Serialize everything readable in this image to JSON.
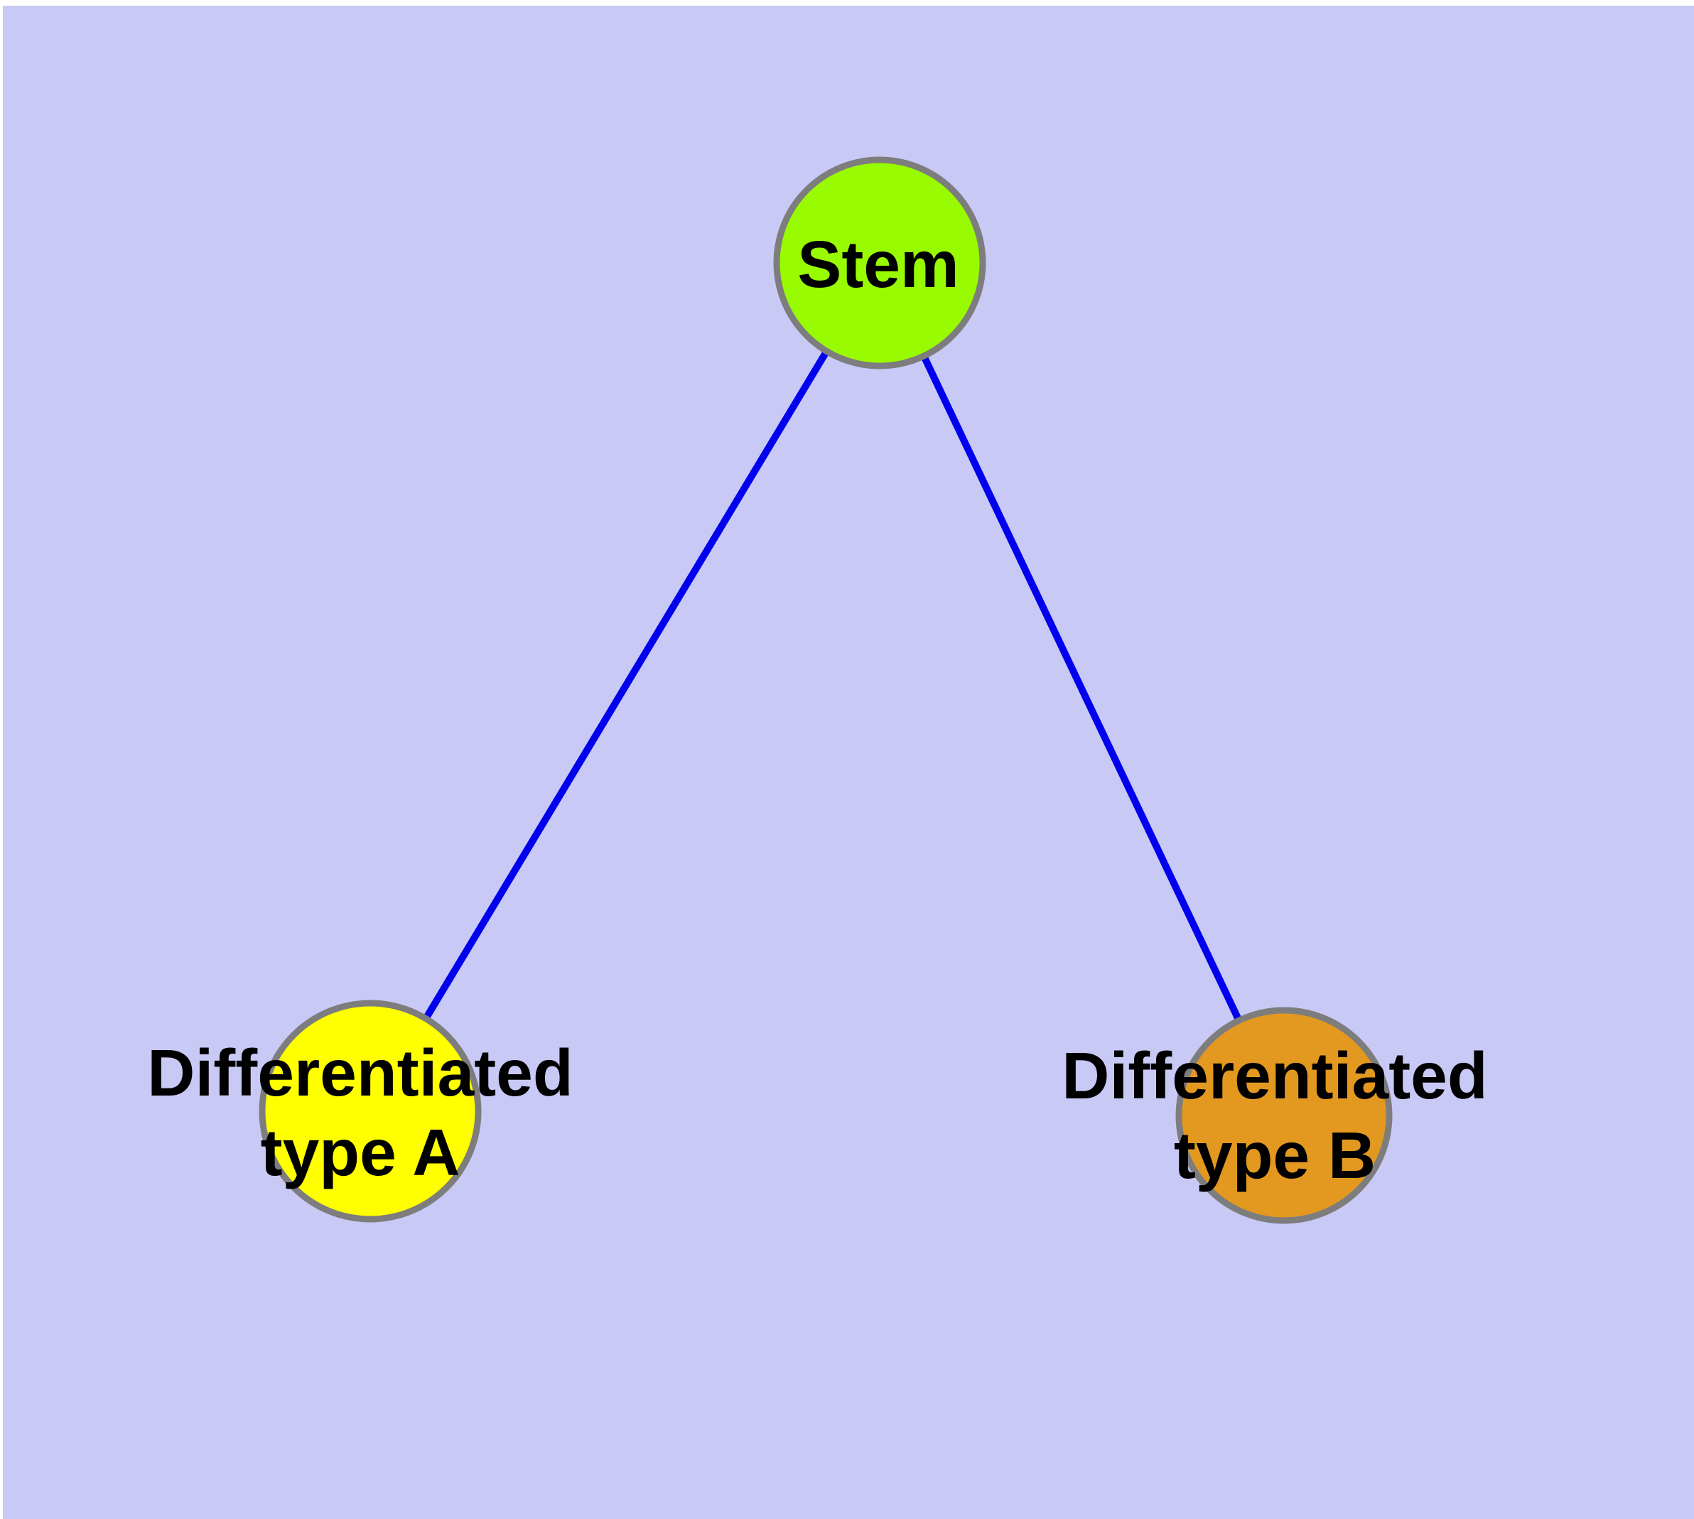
{
  "diagram": {
    "background_color": "#c9c9f6",
    "frame_color": "#ffffff",
    "edge_color": "#0000ee",
    "node_border_color": "#7d7d7d",
    "label_color": "#000000",
    "nodes": {
      "stem": {
        "label": "Stem",
        "fill_color": "#99fb01"
      },
      "diff_a": {
        "label_line1": "Differentiated",
        "label_line2": "type A",
        "fill_color": "#ffff00"
      },
      "diff_b": {
        "label_line1": "Differentiated",
        "label_line2": "type B",
        "fill_color": "#e3991f"
      }
    },
    "edges": [
      {
        "from": "Stem",
        "to": "Differentiated type A"
      },
      {
        "from": "Stem",
        "to": "Differentiated type B"
      }
    ]
  }
}
